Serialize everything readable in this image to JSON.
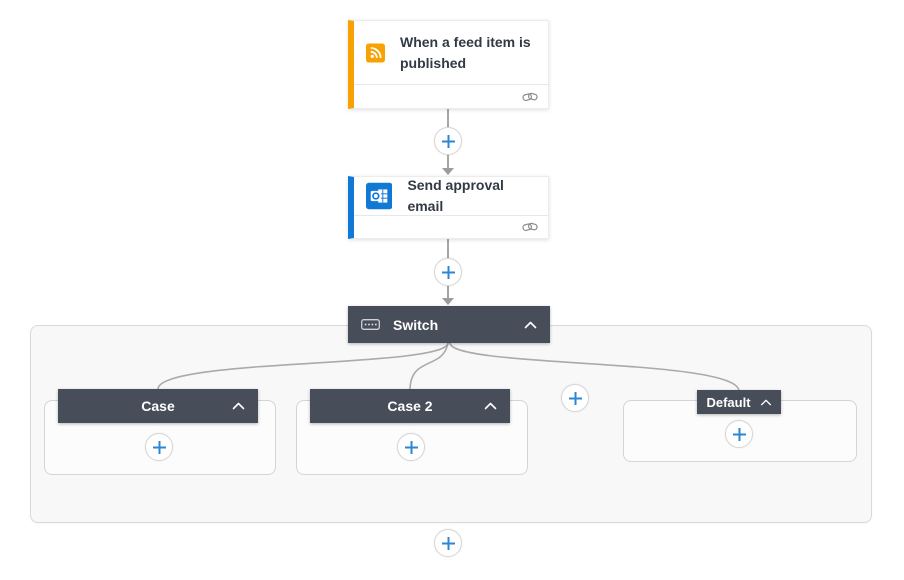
{
  "trigger_card": {
    "title": "When a feed item is published",
    "connector_icon": "rss-icon"
  },
  "action_card": {
    "title": "Send approval email",
    "connector_icon": "outlook-icon"
  },
  "switch_scope": {
    "label": "Switch",
    "icon": "switch-control-icon",
    "collapse_icon": "chevron-up-icon"
  },
  "branches": [
    {
      "label": "Case"
    },
    {
      "label": "Case 2"
    },
    {
      "label": "Default"
    }
  ],
  "colors": {
    "rss_orange": "#f8a105",
    "outlook_blue": "#1079d6",
    "scope_header_dark": "#474e59",
    "plus_blue": "#2e86d2",
    "connector_gray": "#a6a6a6",
    "scope_background": "#f8f8f9"
  }
}
